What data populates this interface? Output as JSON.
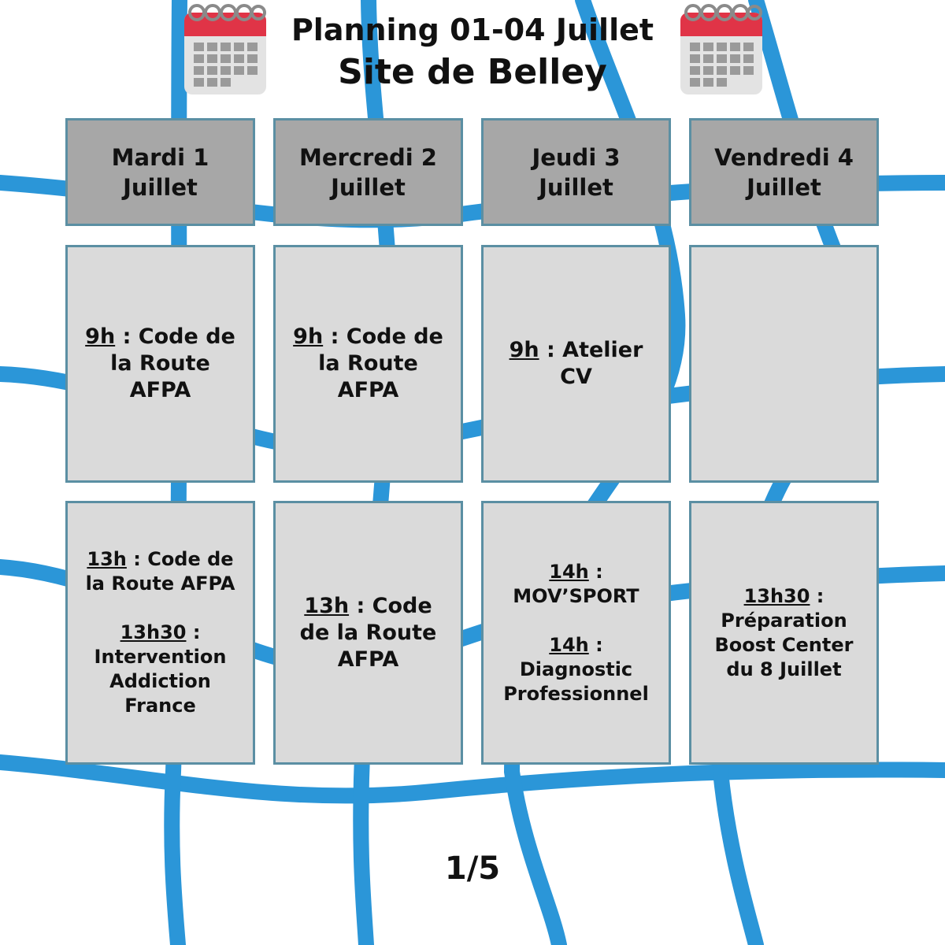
{
  "title": {
    "line1": "Planning 01-04 Juillet",
    "line2": "Site de Belley"
  },
  "icons": {
    "left": "calendar-icon",
    "right": "calendar-icon",
    "calendar_ring_color": "#8a8a8a",
    "calendar_top_color": "#e03447",
    "calendar_body_color": "#e3e3e3",
    "calendar_cells_color": "#9a9a9a"
  },
  "colors": {
    "line": "#2b96d8",
    "header_bg": "#a7a7a7",
    "cell_bg": "#dadada",
    "border": "#5b8fa3"
  },
  "days": [
    {
      "header": {
        "l1": "Mardi 1",
        "l2": "Juillet"
      },
      "morning": {
        "time": "9h",
        "rest1": " : Code de",
        "rest2": "la Route",
        "rest3": "AFPA"
      },
      "afternoon": {
        "e1": {
          "time": "13h",
          "rest1": " : Code de",
          "rest2": "la Route AFPA"
        },
        "e2": {
          "time": "13h30",
          "rest1": " :",
          "rest2": "Intervention",
          "rest3": "Addiction",
          "rest4": "France"
        }
      }
    },
    {
      "header": {
        "l1": "Mercredi 2",
        "l2": "Juillet"
      },
      "morning": {
        "time": "9h",
        "rest1": " : Code de",
        "rest2": "la Route",
        "rest3": "AFPA"
      },
      "afternoon": {
        "e1": {
          "time": "13h",
          "rest1": " : Code",
          "rest2": "de la Route",
          "rest3": "AFPA"
        }
      }
    },
    {
      "header": {
        "l1": "Jeudi 3",
        "l2": "Juillet"
      },
      "morning": {
        "time": "9h",
        "rest1": " : Atelier",
        "rest2": "CV"
      },
      "afternoon": {
        "e1": {
          "time": "14h",
          "rest1": " :",
          "rest2": "MOV’SPORT"
        },
        "e2": {
          "time": "14h",
          "rest1": " :",
          "rest2": "Diagnostic",
          "rest3": "Professionnel"
        }
      }
    },
    {
      "header": {
        "l1": "Vendredi 4",
        "l2": "Juillet"
      },
      "morning": null,
      "afternoon": {
        "e1": {
          "time": "13h30",
          "rest1": " :",
          "rest2": "Préparation",
          "rest3": "Boost Center",
          "rest4": "du 8 Juillet"
        }
      }
    }
  ],
  "page_indicator": "1/5"
}
